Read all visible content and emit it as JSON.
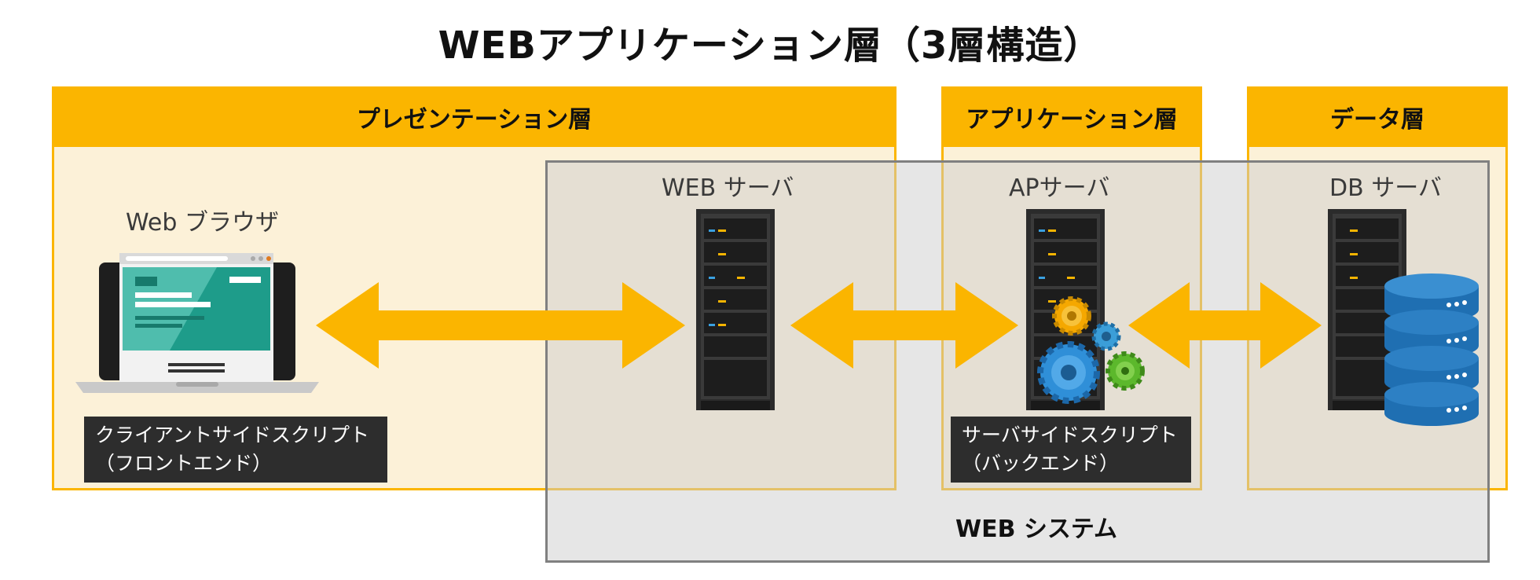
{
  "title": "WEBアプリケーション層（3層構造）",
  "layers": {
    "presentation": "プレゼンテーション層",
    "application": "アプリケーション層",
    "data": "データ層"
  },
  "nodes": {
    "browser": "Web ブラウザ",
    "web_server": "WEB サーバ",
    "ap_server": "APサーバ",
    "db_server": "DB サーバ"
  },
  "notes": {
    "frontend_line1": "クライアントサイドスクリプト",
    "frontend_line2": "（フロントエンド）",
    "backend_line1": "サーバサイドスクリプト",
    "backend_line2": "（バックエンド）"
  },
  "web_system": "WEB システム",
  "colors": {
    "accent": "#fbb500",
    "layer_fill": "#fcf1d8",
    "system_border": "#808080",
    "note_bg": "#2d2d2d"
  },
  "icons": [
    "laptop-browser-icon",
    "server-rack-icon",
    "gears-icon",
    "database-icon",
    "double-arrow-icon"
  ]
}
